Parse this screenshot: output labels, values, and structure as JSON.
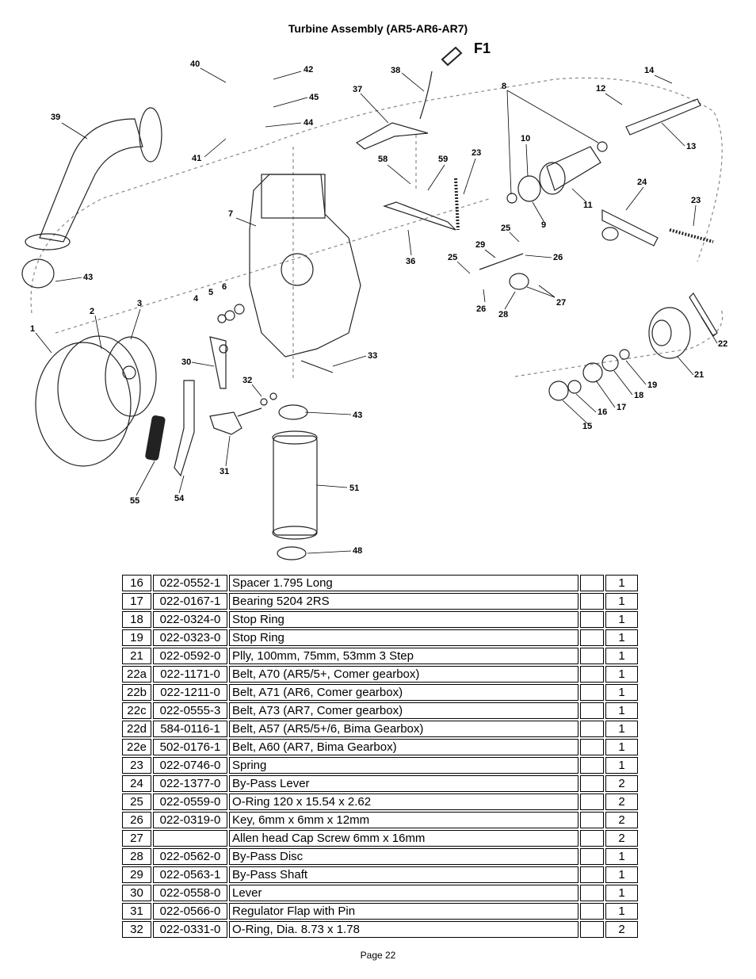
{
  "title": "Turbine Assembly (AR5-AR6-AR7)",
  "diagram": {
    "callouts": [
      "40",
      "42",
      "38",
      "45",
      "44",
      "39",
      "41",
      "37",
      "8",
      "14",
      "12",
      "13",
      "10",
      "58",
      "59",
      "23",
      "11",
      "24",
      "7",
      "9",
      "23",
      "25",
      "29",
      "26",
      "36",
      "25",
      "43",
      "5",
      "6",
      "4",
      "26",
      "28",
      "27",
      "2",
      "3",
      "1",
      "30",
      "33",
      "32",
      "43",
      "22",
      "21",
      "19",
      "18",
      "17",
      "16",
      "15",
      "31",
      "55",
      "54",
      "51",
      "48"
    ],
    "f1_mark": "F1"
  },
  "parts": [
    {
      "ref": "16",
      "pn": "022-0552-1",
      "desc": "Spacer 1.795 Long",
      "blank": "",
      "qty": "1"
    },
    {
      "ref": "17",
      "pn": "022-0167-1",
      "desc": "Bearing 5204 2RS",
      "blank": "",
      "qty": "1"
    },
    {
      "ref": "18",
      "pn": "022-0324-0",
      "desc": "Stop Ring",
      "blank": "",
      "qty": "1"
    },
    {
      "ref": "19",
      "pn": "022-0323-0",
      "desc": "Stop Ring",
      "blank": "",
      "qty": "1"
    },
    {
      "ref": "21",
      "pn": "022-0592-0",
      "desc": "Plly, 100mm, 75mm, 53mm 3 Step",
      "blank": "",
      "qty": "1"
    },
    {
      "ref": "22a",
      "pn": "022-1171-0",
      "desc": "Belt, A70 (AR5/5+,  Comer gearbox)",
      "blank": "",
      "qty": "1"
    },
    {
      "ref": "22b",
      "pn": "022-1211-0",
      "desc": "Belt, A71 (AR6, Comer gearbox)",
      "blank": "",
      "qty": "1"
    },
    {
      "ref": "22c",
      "pn": " 022-0555-3",
      "desc": "Belt, A73 (AR7, Comer gearbox)",
      "blank": "",
      "qty": "1"
    },
    {
      "ref": "22d",
      "pn": "584-0116-1",
      "desc": "Belt, A57 (AR5/5+/6, Bima Gearbox)",
      "blank": "",
      "qty": "1"
    },
    {
      "ref": "22e",
      "pn": "502-0176-1",
      "desc": "Belt, A60 (AR7, Bima Gearbox)",
      "blank": "",
      "qty": "1"
    },
    {
      "ref": "23",
      "pn": "022-0746-0",
      "desc": "Spring",
      "blank": "",
      "qty": "1"
    },
    {
      "ref": "24",
      "pn": "022-1377-0",
      "desc": "By-Pass Lever",
      "blank": "",
      "qty": "2"
    },
    {
      "ref": "25",
      "pn": "022-0559-0",
      "desc": "O-Ring 120 x 15.54 x 2.62",
      "blank": "",
      "qty": "2"
    },
    {
      "ref": "26",
      "pn": "022-0319-0",
      "desc": "Key, 6mm x 6mm x 12mm",
      "blank": "",
      "qty": "2"
    },
    {
      "ref": "27",
      "pn": "",
      "desc": "Allen head Cap Screw 6mm x 16mm",
      "blank": "",
      "qty": "2"
    },
    {
      "ref": "28",
      "pn": "022-0562-0",
      "desc": "By-Pass Disc",
      "blank": "",
      "qty": "1"
    },
    {
      "ref": "29",
      "pn": "022-0563-1",
      "desc": "By-Pass Shaft",
      "blank": "",
      "qty": "1"
    },
    {
      "ref": "30",
      "pn": "022-0558-0",
      "desc": "Lever",
      "blank": "",
      "qty": "1"
    },
    {
      "ref": "31",
      "pn": "022-0566-0",
      "desc": "Regulator Flap with Pin",
      "blank": "",
      "qty": "1"
    },
    {
      "ref": "32",
      "pn": "022-0331-0",
      "desc": "O-Ring, Dia. 8.73 x 1.78",
      "blank": "",
      "qty": "2"
    }
  ],
  "footer": {
    "page": "Page 22"
  }
}
